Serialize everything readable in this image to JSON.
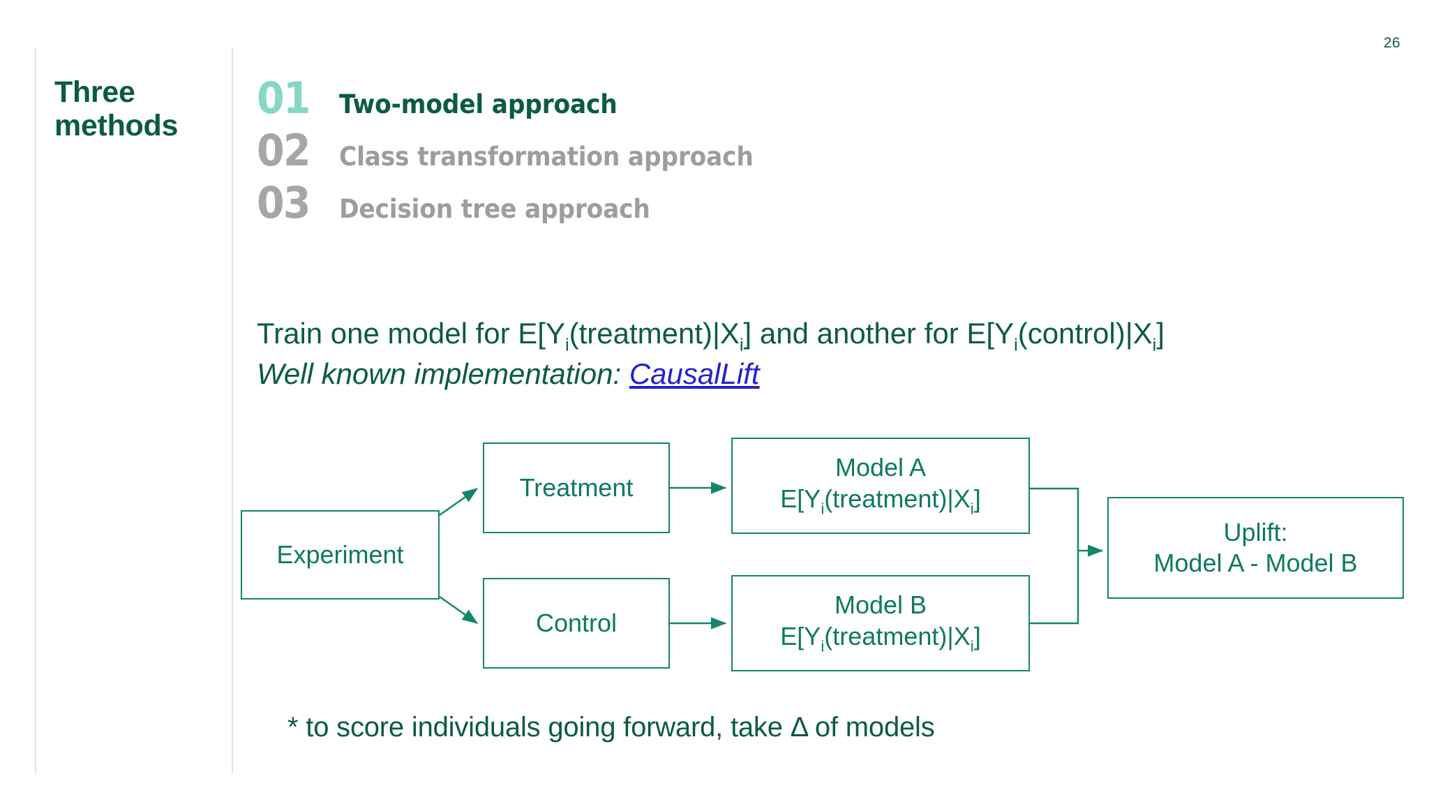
{
  "page_number": "26",
  "sidebar": {
    "title": "Three\nmethods"
  },
  "methods": [
    {
      "number": "01",
      "label": "Two-model approach",
      "state": "active"
    },
    {
      "number": "02",
      "label": "Class transformation approach",
      "state": "muted"
    },
    {
      "number": "03",
      "label": "Decision tree approach",
      "state": "muted"
    }
  ],
  "body": {
    "line1_part1": "Train one model for E[Y",
    "line1_sub1": "i",
    "line1_part2": "(treatment)|X",
    "line1_sub2": "i",
    "line1_part3": "] and another for E[Y",
    "line1_sub3": "i",
    "line1_part4": "(control)|X",
    "line1_sub4": "i",
    "line1_part5": "]",
    "line2_prefix": "Well known implementation: ",
    "line2_link": "CausalLift"
  },
  "diagram": {
    "experiment": {
      "line1": "Experiment"
    },
    "treatment": {
      "line1": "Treatment"
    },
    "control": {
      "line1": "Control"
    },
    "model_a": {
      "line1": "Model A",
      "formula_part1": "E[Y",
      "formula_sub1": "i",
      "formula_part2": "(treatment)|X",
      "formula_sub2": "i",
      "formula_part3": "]"
    },
    "model_b": {
      "line1": "Model B",
      "formula_part1": "E[Y",
      "formula_sub1": "i",
      "formula_part2": "(treatment)|X",
      "formula_sub2": "i",
      "formula_part3": "]"
    },
    "uplift": {
      "line1": "Uplift:",
      "line2": "Model A - Model B"
    }
  },
  "footnote": "* to score individuals going forward, take Δ of models",
  "colors": {
    "dark_green": "#0b5c3f",
    "diagram_green": "#12866b",
    "accent_mint": "#86d8c4",
    "muted_gray": "#9d9d9d",
    "link_blue": "#2222cc",
    "rule_gray": "#e3e1e6"
  }
}
